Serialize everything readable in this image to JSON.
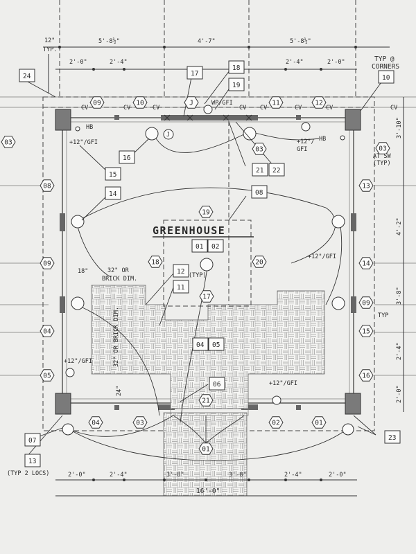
{
  "title": "GREENHOUSE",
  "dims": {
    "top_typ": "12\"",
    "top_typ2": "TYP.",
    "top_1": "5'-8½\"",
    "top_2": "4'-7\"",
    "top_3": "5'-8½\"",
    "top_r1": "2'-0\"",
    "top_r2": "2'-4\"",
    "top_r3": "2'-4\"",
    "top_r4": "2'-0\"",
    "right_1": "3'-10\"",
    "right_2": "4'-2\"",
    "right_3": "3'-8\"",
    "right_4": "2'-4\"",
    "right_5": "2'-0\"",
    "bot_1": "2'-0\"",
    "bot_2": "2'-4\"",
    "bot_3": "3'-8\"",
    "bot_4": "3'-8\"",
    "bot_5": "2'-4\"",
    "bot_6": "2'-0\"",
    "bot_total": "16'-0\"",
    "left_18": "18\"",
    "left_32_a": "32\" OR",
    "left_32_b": "BRICK DIM.",
    "vert_32": "32\" OR BRICK DIM.",
    "vert_24": "24\""
  },
  "notes": {
    "typ_corners_a": "TYP @",
    "typ_corners_b": "CORNERS",
    "hb_left": "HB",
    "hb_right": "HB",
    "gfi_tl": "+12\"/GFI",
    "gfi_tr_a": "+12\"/",
    "gfi_tr_b": "GFI",
    "wp_gfi": "WP/GFI",
    "at_sw_a": "AT SW",
    "at_sw_b": "(TYP)",
    "gfi_r": "+12\"/GFI",
    "typ_r": "TYP",
    "gfi_l": "+12\"/GFI",
    "gfi_b": "+12\"/GFI",
    "typ_c": "(TYP)",
    "typ_2_locs": "(TYP 2 LOCS)",
    "cv": "CV",
    "j": "J"
  },
  "boxes": {
    "b24": "24",
    "b17_top": "17",
    "b18_top": "18",
    "b19_top": "19",
    "b10": "10",
    "b16": "16",
    "b15": "15",
    "b14": "14",
    "b21": "21",
    "b22": "22",
    "b08c": "08",
    "b01": "01",
    "b02": "02",
    "b12": "12",
    "b11": "11",
    "b04": "04",
    "b05": "05",
    "b06": "06",
    "b07": "07",
    "b13": "13",
    "b23": "23"
  },
  "hexes": {
    "h09t": "09",
    "h10t": "10",
    "hJ": "J",
    "h11t": "11",
    "h12t": "12",
    "h03l": "03",
    "h03r": "03",
    "h03c": "03",
    "h08l": "08",
    "h13r": "13",
    "h09l": "09",
    "h14r": "14",
    "h04l": "04",
    "h15r": "15",
    "h05l": "05",
    "h16r": "16",
    "h19c": "19",
    "h18c": "18",
    "h20c": "20",
    "h17c": "17",
    "h09r": "09",
    "h21b": "21",
    "h01b": "01",
    "h04b": "04",
    "h03b": "03",
    "h02b": "02",
    "h01br": "01"
  }
}
